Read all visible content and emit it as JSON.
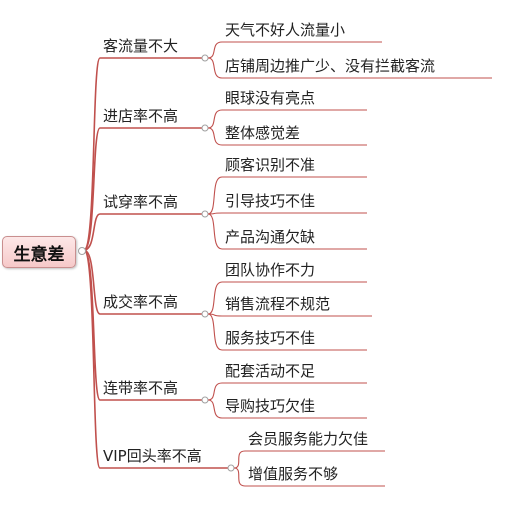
{
  "root": {
    "label": "生意差"
  },
  "branches": [
    {
      "label": "客流量不大",
      "children": [
        "天气不好人流量小",
        "店铺周边推广少、没有拦截客流"
      ]
    },
    {
      "label": "进店率不高",
      "children": [
        "眼球没有亮点",
        "整体感觉差"
      ]
    },
    {
      "label": "试穿率不高",
      "children": [
        "顾客识别不准",
        "引导技巧不佳",
        "产品沟通欠缺"
      ]
    },
    {
      "label": "成交率不高",
      "children": [
        "团队协作不力",
        "销售流程不规范",
        "服务技巧不佳"
      ]
    },
    {
      "label": "连带率不高",
      "children": [
        "配套活动不足",
        "导购技巧欠佳"
      ]
    },
    {
      "label": "VIP回头率不高",
      "children": [
        "会员服务能力欠佳",
        "增值服务不够"
      ]
    }
  ],
  "colors": {
    "line": "#c0504d",
    "root_fill": "#f6c9c9",
    "root_border": "#c98f8f",
    "text": "#222222"
  }
}
